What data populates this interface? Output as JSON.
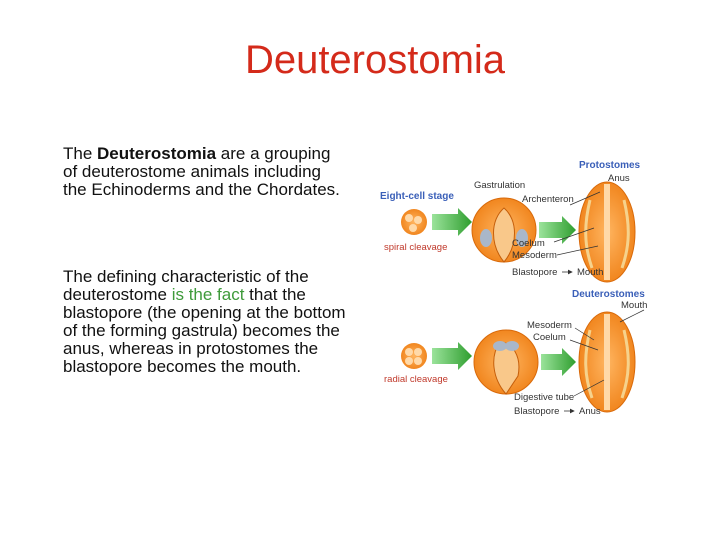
{
  "slide": {
    "title": "Deuterostomia",
    "paragraph1": {
      "prefix": "The ",
      "bold": "Deuterostomia",
      "rest": " are a grouping of deuterostome animals including the Echinoderms and the Chordates."
    },
    "paragraph2": {
      "text1": "The defining characteristic of the deuterostome ",
      "highlight": "is the fact",
      "text2": " that the blastopore (the opening at the bottom of the forming gastrula) becomes the anus, whereas in protostomes the blastopore becomes the mouth."
    }
  },
  "diagram": {
    "eight_cell": "Eight-cell stage",
    "gastrulation": "Gastrulation",
    "spiral": "spiral cleavage",
    "radial": "radial cleavage",
    "protostomes": "Protostomes",
    "deuterostomes": "Deuterostomes",
    "anus": "Anus",
    "archenteron": "Archenteron",
    "coelum": "Coelum",
    "mesoderm": "Mesoderm",
    "blastopore_mouth": "Blastopore",
    "mouth_arrow": "Mouth",
    "mouth": "Mouth",
    "mesoderm2": "Mesoderm",
    "coelum2": "Coelum",
    "digestive": "Digestive tube",
    "blastopore_anus": "Blastopore",
    "anus_arrow": "Anus"
  },
  "colors": {
    "title": "#d42a1a",
    "highlight": "#3e9a3a",
    "embryo_orange": "#f08a1c",
    "arrow_green": "#3aa83a",
    "label_blue": "#3a5fb8",
    "label_red": "#c0392b"
  }
}
